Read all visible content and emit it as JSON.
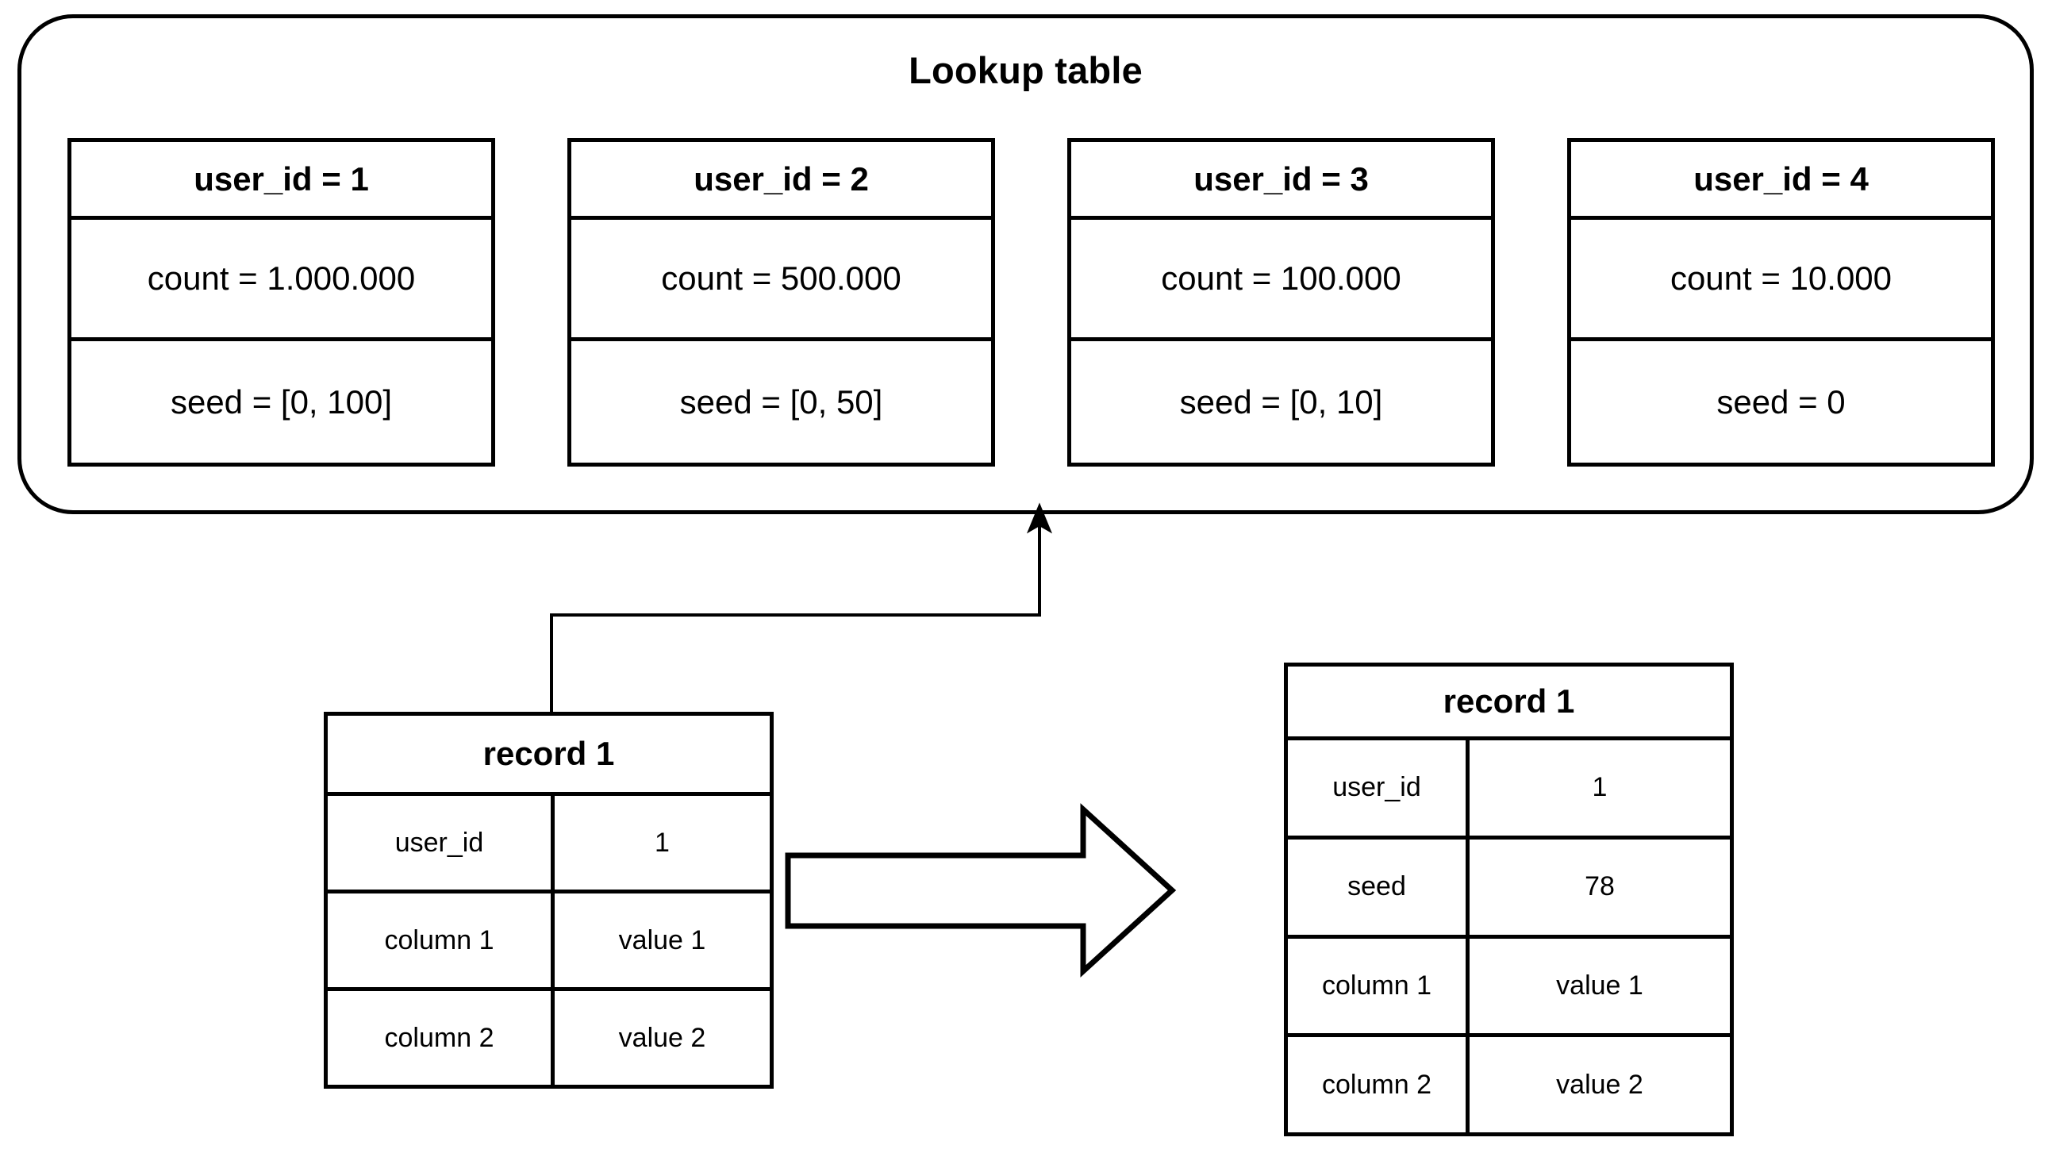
{
  "diagram": {
    "lookup": {
      "title": "Lookup table",
      "cards": [
        {
          "header": "user_id = 1",
          "count": "count = 1.000.000",
          "seed": "seed = [0, 100]"
        },
        {
          "header": "user_id = 2",
          "count": "count = 500.000",
          "seed": "seed = [0, 50]"
        },
        {
          "header": "user_id = 3",
          "count": "count = 100.000",
          "seed": "seed = [0, 10]"
        },
        {
          "header": "user_id = 4",
          "count": "count = 10.000",
          "seed": "seed = 0"
        }
      ]
    },
    "record_before": {
      "title": "record 1",
      "rows": [
        {
          "key": "user_id",
          "value": "1"
        },
        {
          "key": "column 1",
          "value": "value 1"
        },
        {
          "key": "column 2",
          "value": "value 2"
        }
      ]
    },
    "record_after": {
      "title": "record 1",
      "rows": [
        {
          "key": "user_id",
          "value": "1"
        },
        {
          "key": "seed",
          "value": "78"
        },
        {
          "key": "column 1",
          "value": "value 1"
        },
        {
          "key": "column 2",
          "value": "value 2"
        }
      ]
    },
    "connectors": {
      "lookup_elbow_name": "record-to-lookup-connector",
      "transform_arrow_name": "transform-block-arrow"
    },
    "colors": {
      "stroke": "#000000",
      "background": "#ffffff"
    }
  }
}
